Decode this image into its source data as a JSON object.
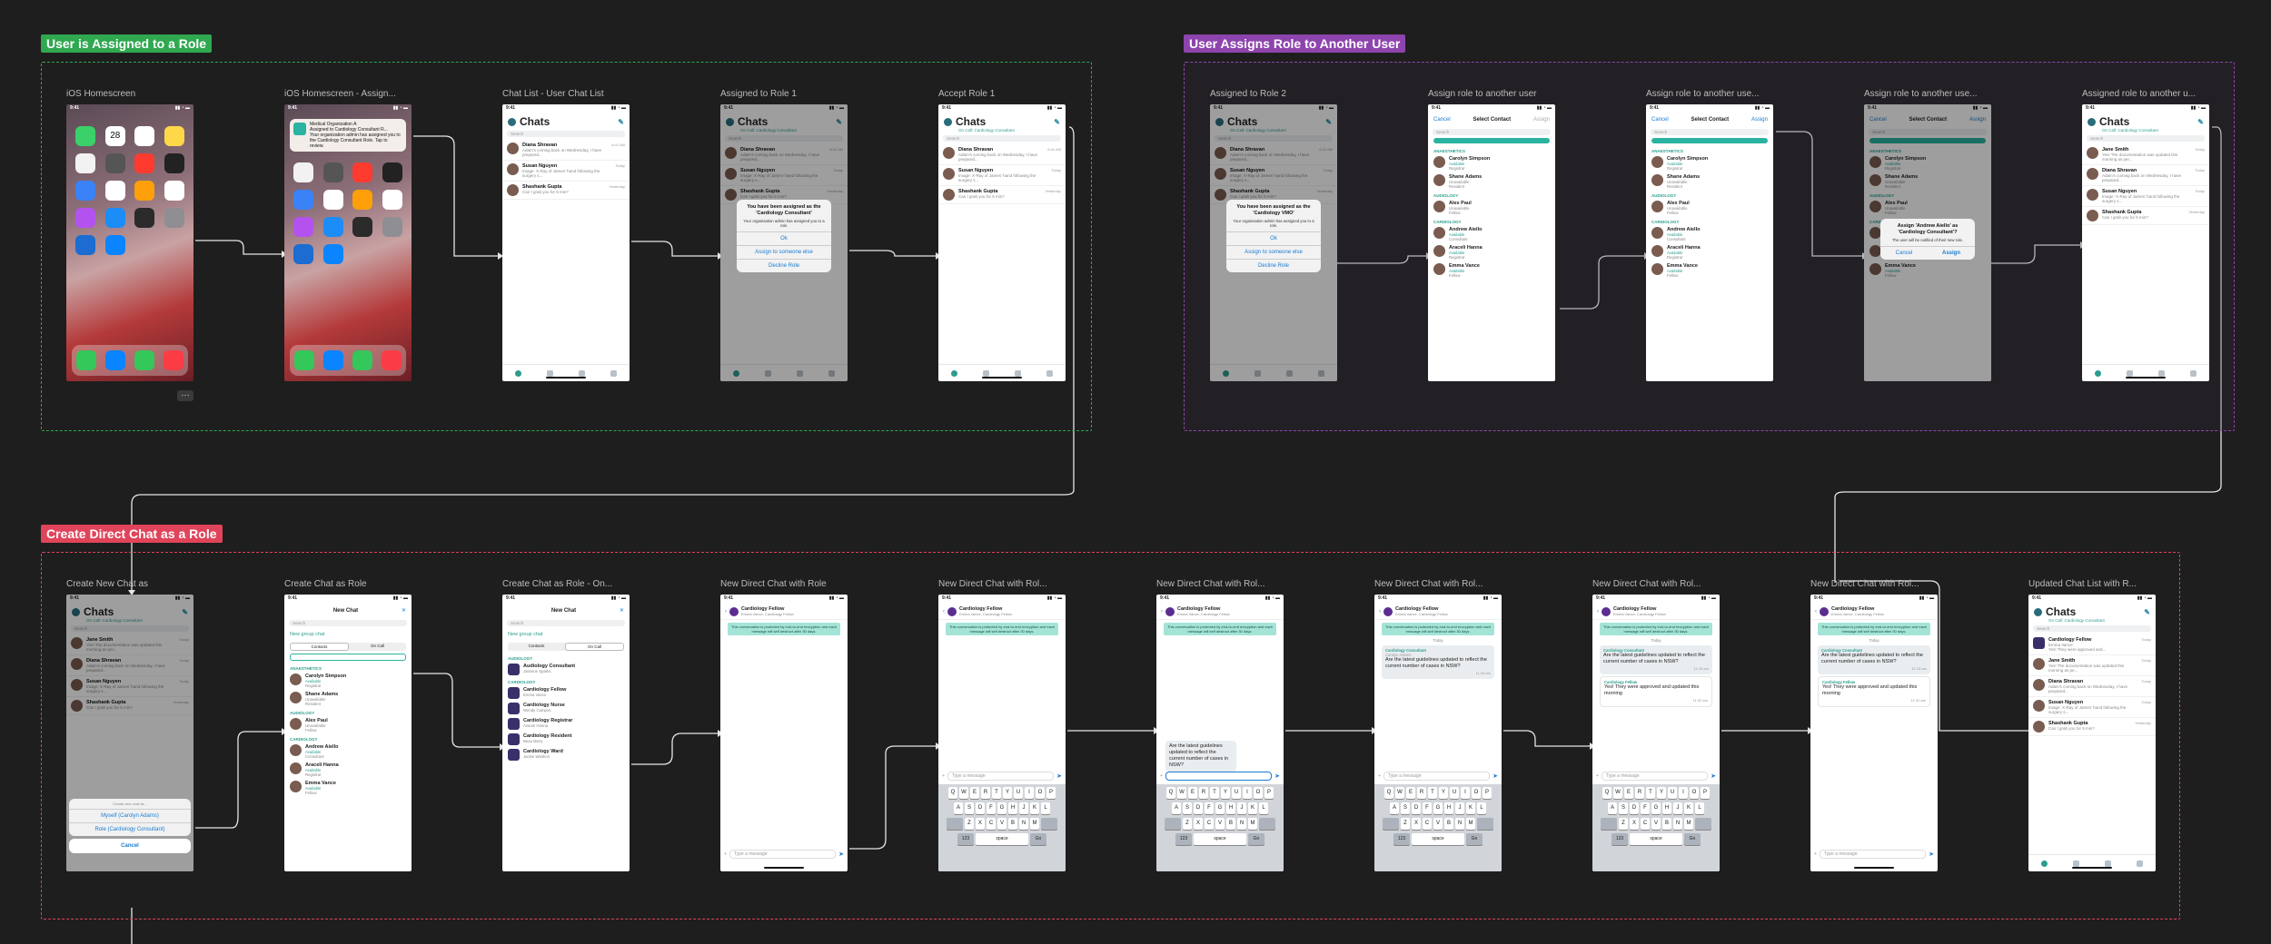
{
  "sections": {
    "assigned": {
      "title": "User is Assigned to a Role",
      "color": "#2fa84f"
    },
    "assigns": {
      "title": "User Assigns Role to Another User",
      "color": "#8e44ad"
    },
    "direct": {
      "title": "Create Direct Chat as a Role",
      "color": "#e0445a"
    }
  },
  "frames": {
    "f1": {
      "label": "iOS Homescreen"
    },
    "f2": {
      "label": "iOS Homescreen - Assign...",
      "notif_text": "Medical Organization A\nAssigned to Cardiology Consultant R...\nYour organization admin has assigned you to the Cardiology Consultant Role. Tap to review."
    },
    "f3": {
      "label": "Chat List - User Chat List"
    },
    "f4": {
      "label": "Assigned to Role 1"
    },
    "f5": {
      "label": "Accept Role 1"
    },
    "f6": {
      "label": "Assigned to Role 2"
    },
    "f7": {
      "label": "Assign role to another user"
    },
    "f8": {
      "label": "Assign role to another use..."
    },
    "f9": {
      "label": "Assign role to another use..."
    },
    "f10": {
      "label": "Assigned role to another u..."
    },
    "g1": {
      "label": "Create New Chat as"
    },
    "g2": {
      "label": "Create Chat as Role"
    },
    "g3": {
      "label": "Create Chat as Role - On..."
    },
    "g4": {
      "label": "New Direct Chat with Role"
    },
    "g5": {
      "label": "New Direct Chat with Rol..."
    },
    "g6": {
      "label": "New Direct Chat with Rol..."
    },
    "g7": {
      "label": "New Direct Chat with Rol..."
    },
    "g8": {
      "label": "New Direct Chat with Rol..."
    },
    "g9": {
      "label": "New Direct Chat with Rol..."
    },
    "g10": {
      "label": "Updated Chat List with R..."
    }
  },
  "common": {
    "time": "9:41",
    "chats_title": "Chats",
    "role_subtitle": "On Call: Cardiology Consultant",
    "search": "Search",
    "new_chat": "New Chat",
    "new_group": "New group chat",
    "contacts_tab": "Contacts",
    "oncall_tab": "On Call",
    "select_contact": "Select Contact",
    "cancel": "Cancel",
    "assign": "Assign",
    "type_message": "Type a message",
    "enc_notice": "This conversation is protected by end-to-end encryption and each message will self destruct after 30 days.",
    "today": "Today",
    "chat_name": "Cardiology Fellow",
    "chat_sub": "Emma Vance, Cardiology Fellow",
    "space": "space",
    "num_key": "123",
    "go_key": "Go"
  },
  "chat_list": [
    {
      "name": "Diana Shravan",
      "preview": "Adam's coming back on Wednesday, I have prepared...",
      "time": "6:41 AM"
    },
    {
      "name": "Susan Nguyen",
      "preview": "Image: X-Ray of James' hand following the surgery s...",
      "time": "Today"
    },
    {
      "name": "Shashank Gupta",
      "preview": "Can I grab you for 5 min?",
      "time": "Yesterday"
    }
  ],
  "chat_list_after": [
    {
      "name": "Jane Smith",
      "preview": "Yes! The documentation was updated this morning as per...",
      "time": "Today"
    },
    {
      "name": "Diana Shravan",
      "preview": "Adam's coming back on Wednesday, I have prepared...",
      "time": "Today"
    },
    {
      "name": "Susan Nguyen",
      "preview": "Image: X-Ray of James' hand following the surgery s...",
      "time": "Today"
    },
    {
      "name": "Shashank Gupta",
      "preview": "Can I grab you for 5 min?",
      "time": "Yesterday"
    }
  ],
  "chat_list_final": [
    {
      "name": "Cardiology Fellow",
      "preview": "Emma Vance\nYes! They were approved and...",
      "time": "Today"
    },
    {
      "name": "Jane Smith",
      "preview": "Yes! The documentation was updated this morning as pe...",
      "time": "Today"
    },
    {
      "name": "Diana Shravan",
      "preview": "Adam's coming back on Wednesday, I have prepared...",
      "time": "Today"
    },
    {
      "name": "Susan Nguyen",
      "preview": "Image: X-Ray of James' hand following the surgery s...",
      "time": "Today"
    },
    {
      "name": "Shashank Gupta",
      "preview": "Can I grab you for 5 min?",
      "time": "Yesterday"
    }
  ],
  "alert_assigned": {
    "title": "You have been assigned as the 'Cardiology Consultant'",
    "message": "Your organisation admin has assigned you to a role.",
    "ok": "Ok",
    "assign_other": "Assign to someone else",
    "decline": "Decline Role"
  },
  "alert_assigned2": {
    "title": "You have been assigned as the 'Cardiology VMO'",
    "message": "Your organisation admin has assigned you to a role."
  },
  "alert_confirm": {
    "title": "Assign 'Andrew Aiello' as 'Cardiology Consultant'?",
    "message": "The user will be notified of their new role.",
    "cancel": "Cancel",
    "assign": "Assign"
  },
  "contacts": [
    {
      "group": "ANAESTHETICS",
      "name": "Carolyn Simpson",
      "status": "Available",
      "role": "Registrar"
    },
    {
      "group": "",
      "name": "Shane Adams",
      "status": "Unavailable",
      "role": "Resident"
    },
    {
      "group": "AUDIOLOGY",
      "name": "Alex Paul",
      "status": "Unavailable",
      "role": "Fellow"
    },
    {
      "group": "CARDIOLOGY",
      "name": "Andrew Aiello",
      "status": "Available",
      "role": "Consultant"
    },
    {
      "group": "",
      "name": "Araceli Hanna",
      "status": "Available",
      "role": "Registrar"
    },
    {
      "group": "",
      "name": "Emma Vance",
      "status": "Available",
      "role": "Fellow"
    }
  ],
  "roles": [
    {
      "group": "AUDIOLOGY",
      "name": "Audiology Consultant",
      "sub": "Jasmine Sparks"
    },
    {
      "group": "CARDIOLOGY",
      "name": "Cardiology Fellow",
      "sub": "Emma Vance"
    },
    {
      "group": "",
      "name": "Cardiology Nurse",
      "sub": "Wendy Campos"
    },
    {
      "group": "",
      "name": "Cardiology Registrar",
      "sub": "Araceli Hanna"
    },
    {
      "group": "",
      "name": "Cardiology Resident",
      "sub": "Beau Barry"
    },
    {
      "group": "",
      "name": "Cardiology Ward",
      "sub": "Jackie Waldron"
    }
  ],
  "sheet": {
    "title": "Create new chat as...",
    "myself": "Myself (Carolyn Adams)",
    "role": "Role (Cardiology Consultant)",
    "cancel": "Cancel"
  },
  "messages": {
    "outgoing": "Are the latest guidelines updated to reflect the current number of cases in NSW?",
    "sender_label": "Cardiology Consultant",
    "sender_sub": "Carolyn Adams",
    "sent_time": "11:15 am",
    "reply_label": "Cardiology Fellow",
    "reply_sub": "Emma Vance",
    "reply": "Yes! They were approved and updated this morning",
    "reply_time": "11:32 am"
  },
  "keyboard": {
    "row1": [
      "Q",
      "W",
      "E",
      "R",
      "T",
      "Y",
      "U",
      "I",
      "O",
      "P"
    ],
    "row2": [
      "A",
      "S",
      "D",
      "F",
      "G",
      "H",
      "J",
      "K",
      "L"
    ],
    "row3": [
      "Z",
      "X",
      "C",
      "V",
      "B",
      "N",
      "M"
    ]
  },
  "homescreen": {
    "date_num": "28",
    "apps": [
      "#3ad16a",
      "#ffffff",
      "#ffffff",
      "#ffd84a",
      "#f2f2f2",
      "#555555",
      "#ff3b30",
      "#222222",
      "#3a82f7",
      "#ffffff",
      "#ff9f0a",
      "#ffffff",
      "#b452f0",
      "#1c8cf7",
      "#2b2b2b",
      "#8e8e93",
      "#1c6cd1",
      "#0a84ff"
    ],
    "dock": [
      "#34c759",
      "#0a84ff",
      "#34c759",
      "#fc3c44"
    ]
  }
}
